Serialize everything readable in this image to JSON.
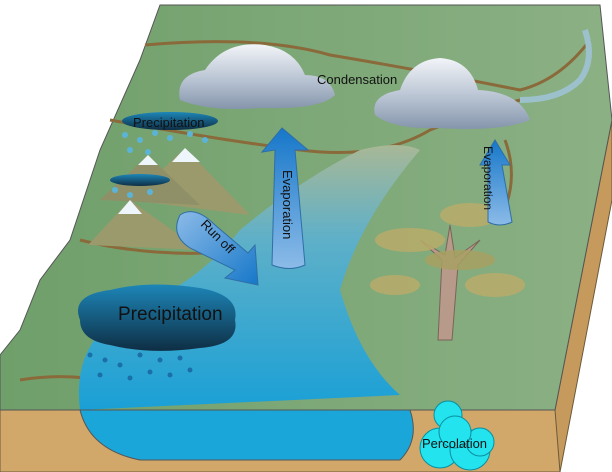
{
  "labels": {
    "condensation": "Condensation",
    "precipitation_small": "Precipitation",
    "evaporation_left": "Evaporation",
    "evaporation_right": "Evaporation",
    "run_off": "Run off",
    "precipitation_large": "Precipitation",
    "percolation": "Percolation"
  },
  "colors": {
    "land": "#7fa877",
    "water": "#29a6d4",
    "soil": "#d2a86a",
    "arrow": "#3b8fd6",
    "cloud": "#b8c4d4",
    "rain_cloud": "#1a6f99"
  }
}
